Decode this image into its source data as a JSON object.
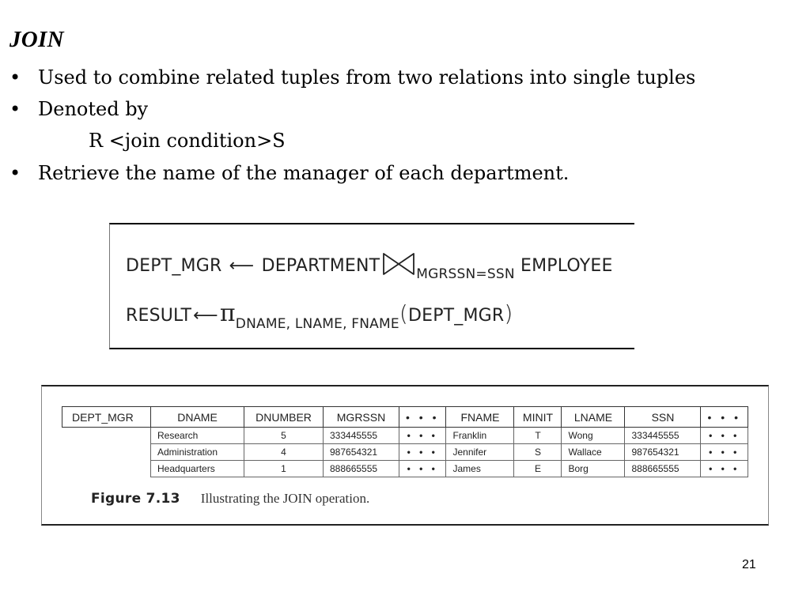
{
  "slide": {
    "title": "JOIN",
    "bullets": [
      "Used to combine related tuples from two relations into single tuples",
      "Denoted by",
      "Retrieve the name of the manager of each department."
    ],
    "bullet_symbol": "•",
    "notation": "R <join condition>S",
    "page_number": "21"
  },
  "expression": {
    "line1": {
      "target": "DEPT_MGR",
      "arrow": "⟵",
      "left_relation": "DEPARTMENT",
      "join_symbol": "bowtie-icon",
      "condition": "MGRSSN=SSN",
      "right_relation": "EMPLOYEE"
    },
    "line2": {
      "target": "RESULT",
      "arrow": "⟵",
      "operator": "π",
      "attributes": "DNAME, LNAME, FNAME",
      "open_paren": "(",
      "argument": "DEPT_MGR",
      "close_paren": ")"
    }
  },
  "figure": {
    "relation_name": "DEPT_MGR",
    "columns": [
      "DNAME",
      "DNUMBER",
      "MGRSSN",
      "• • •",
      "FNAME",
      "MINIT",
      "LNAME",
      "SSN",
      "• • •"
    ],
    "rows": [
      [
        "Research",
        "5",
        "333445555",
        "• • •",
        "Franklin",
        "T",
        "Wong",
        "333445555",
        "• • •"
      ],
      [
        "Administration",
        "4",
        "987654321",
        "• • •",
        "Jennifer",
        "S",
        "Wallace",
        "987654321",
        "• • •"
      ],
      [
        "Headquarters",
        "1",
        "888665555",
        "• • •",
        "James",
        "E",
        "Borg",
        "888665555",
        "• • •"
      ]
    ],
    "caption_label": "Figure 7.13",
    "caption_text": "Illustrating the JOIN operation."
  }
}
